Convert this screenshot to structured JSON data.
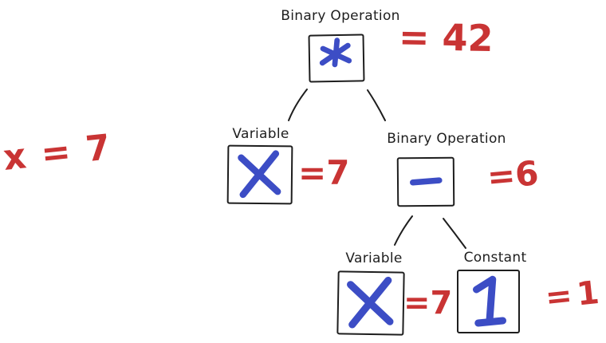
{
  "colors": {
    "paper": "#ffffff",
    "ink": "#1e1e1e",
    "symbol_blue": "#3c4dc5",
    "annotation_red": "#c93434"
  },
  "annotation_left": {
    "text": "x = 7"
  },
  "tree": {
    "root": {
      "type_label": "Binary Operation",
      "symbol": "*",
      "result": "= 42"
    },
    "left": {
      "type_label": "Variable",
      "symbol": "x",
      "result": "=7"
    },
    "right": {
      "type_label": "Binary Operation",
      "symbol": "-",
      "result": "=6"
    },
    "right_left": {
      "type_label": "Variable",
      "symbol": "x",
      "result": "=7"
    },
    "right_right": {
      "type_label": "Constant",
      "symbol": "1",
      "result": "=1"
    }
  }
}
